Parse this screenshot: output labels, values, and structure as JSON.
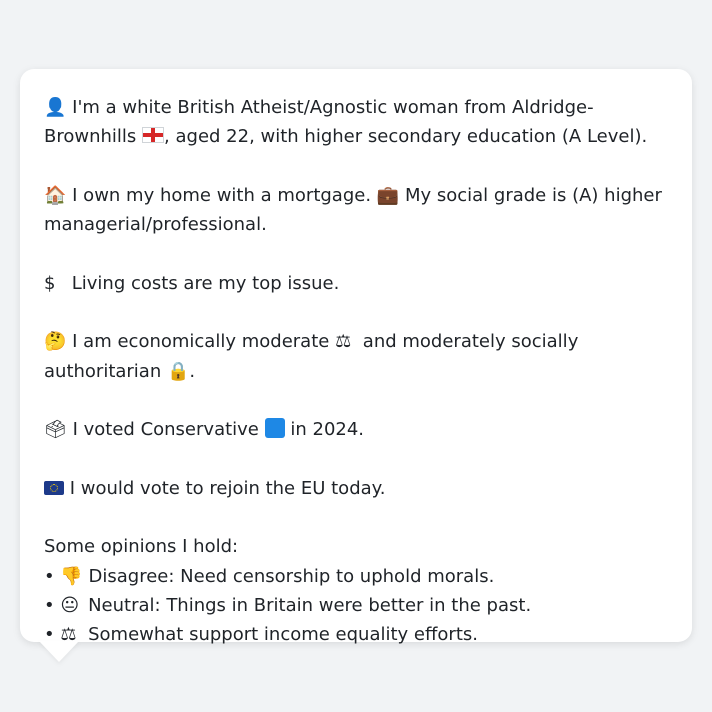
{
  "lines": {
    "identity": {
      "icon": "person-silhouette",
      "text_a": "I'm a white British Atheist/Agnostic woman from Aldridge-Brownhills",
      "flag": "england-flag",
      "text_b": ",",
      "text_c": "aged 22, with higher secondary education (A Level)."
    },
    "home": {
      "icon": "house",
      "text_a": "I own my home with a mortgage.",
      "icon2": "briefcase",
      "text_b": "My social grade is (A) higher managerial/professional."
    },
    "issue": {
      "icon": "dollar-sign",
      "text": "Living costs are my top issue."
    },
    "ideology": {
      "icon": "thinking-face",
      "text_a": "I am economically moderate",
      "icon2": "balance-scale",
      "text_b": "and moderately socially authoritarian",
      "icon3": "lock",
      "text_c": "."
    },
    "vote": {
      "icon": "ballot-box",
      "text_a": "I voted Conservative",
      "icon2": "blue-square",
      "text_b": "in 2024."
    },
    "eu": {
      "icon": "eu-flag",
      "text": "I would vote to rejoin the EU today."
    }
  },
  "opinions": {
    "heading": "Some opinions I hold:",
    "items": [
      {
        "bullet": "•",
        "icon": "thumbs-down",
        "text": "Disagree: Need censorship to uphold morals."
      },
      {
        "bullet": "•",
        "icon": "neutral-face",
        "text": "Neutral: Things in Britain were better in the past."
      },
      {
        "bullet": "•",
        "icon": "balance-scale",
        "text": "Somewhat support income equality efforts."
      }
    ]
  }
}
